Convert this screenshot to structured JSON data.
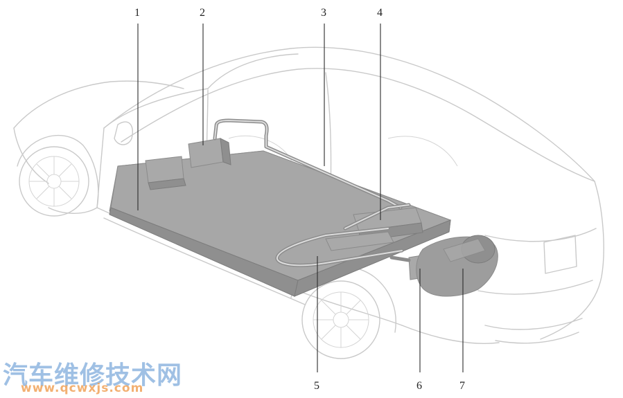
{
  "callouts": [
    {
      "label": "1"
    },
    {
      "label": "2"
    },
    {
      "label": "3"
    },
    {
      "label": "4"
    },
    {
      "label": "5"
    },
    {
      "label": "6"
    },
    {
      "label": "7"
    }
  ],
  "watermark": {
    "site_name_cn": "汽车维修技术网",
    "site_url": "www.qcwxjs.com"
  },
  "colors": {
    "component_gray": "#9d9d9d",
    "car_outline": "#c9c9c9",
    "leader_line": "#2b2b2b",
    "watermark_blue": "#8fb6e0",
    "watermark_orange": "#f0a35a"
  }
}
